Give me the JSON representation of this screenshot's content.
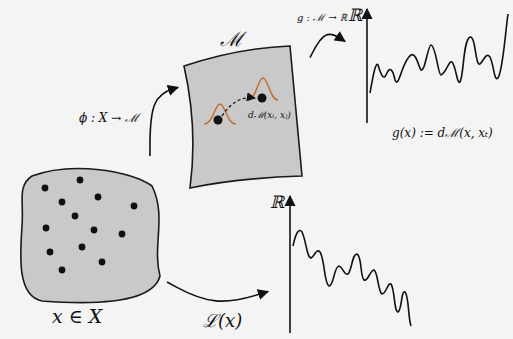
{
  "diagram": {
    "nodes": [
      {
        "text": [
          "x ∈ X"
        ]
      },
      {
        "text": [
          "ℳ",
          "dℳ(xᵢ, xⱼ)"
        ]
      },
      {
        "text": [
          "ℝ",
          "g(x) := dℳ(x, xₜ)"
        ]
      },
      {
        "text": [
          "ℝ"
        ]
      }
    ],
    "edges": [
      {
        "from": 0,
        "to": 1,
        "arrow": "to",
        "label": "ϕ : X → ℳ"
      },
      {
        "from": 1,
        "to": 2,
        "arrow": "to",
        "label": "g : ℳ → ℝ"
      },
      {
        "from": 0,
        "to": 3,
        "arrow": "to",
        "label": "ℒ(x)"
      }
    ]
  }
}
